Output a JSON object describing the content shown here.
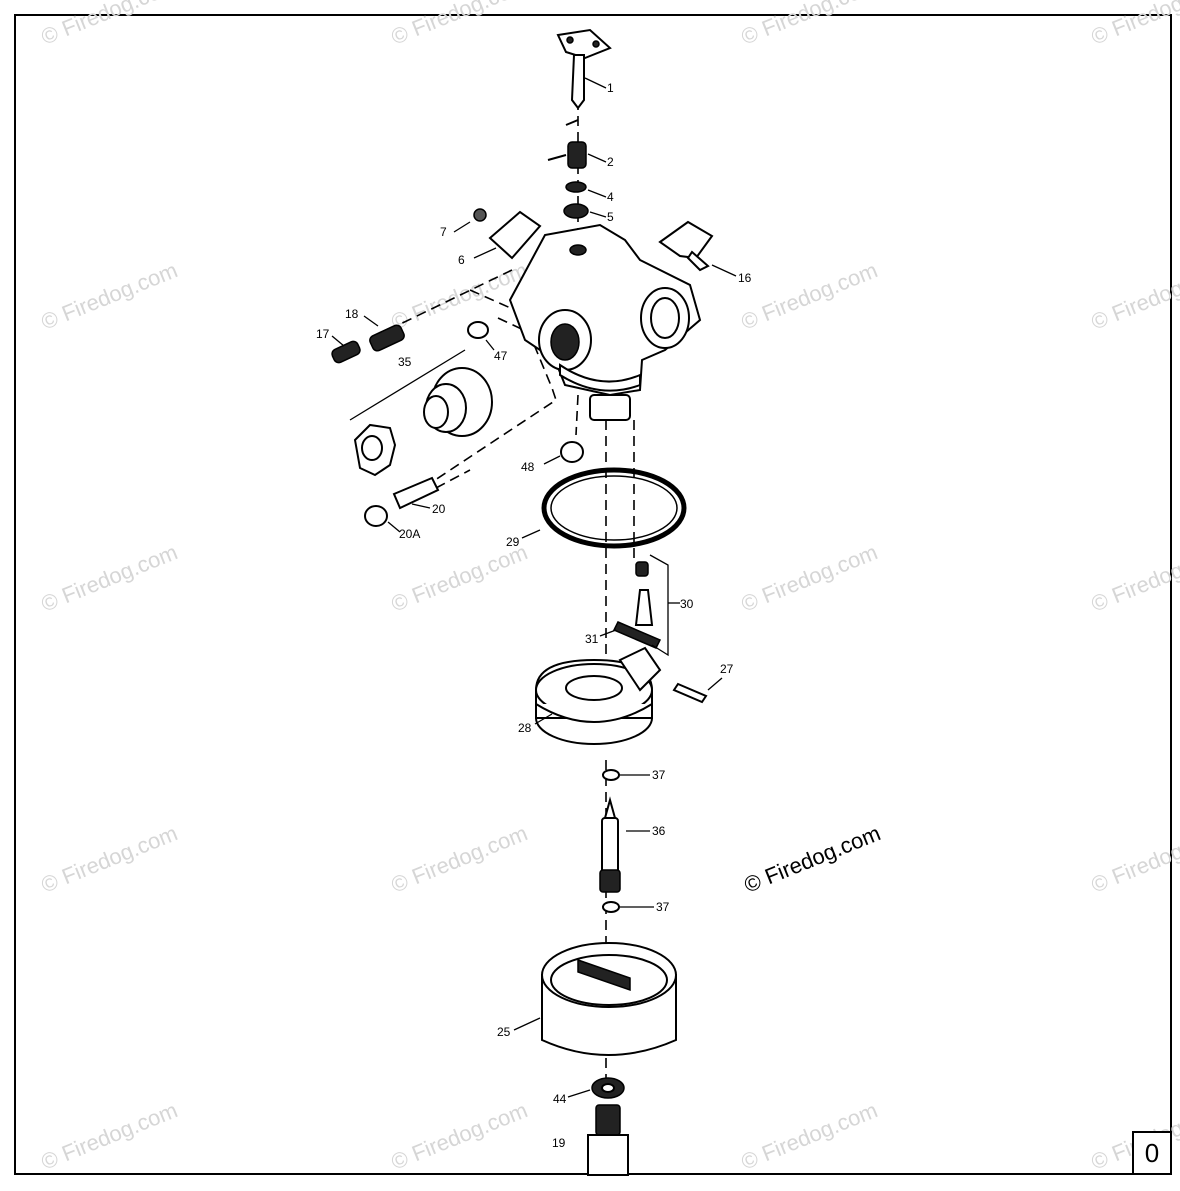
{
  "watermark": {
    "text": "© Firedog.com",
    "main_text": "© Firedog.com"
  },
  "page_number": "0",
  "callouts": [
    {
      "id": "c1",
      "label": "1"
    },
    {
      "id": "c2",
      "label": "2"
    },
    {
      "id": "c4",
      "label": "4"
    },
    {
      "id": "c5",
      "label": "5"
    },
    {
      "id": "c7",
      "label": "7"
    },
    {
      "id": "c6",
      "label": "6"
    },
    {
      "id": "c16",
      "label": "16"
    },
    {
      "id": "c18",
      "label": "18"
    },
    {
      "id": "c17",
      "label": "17"
    },
    {
      "id": "c47",
      "label": "47"
    },
    {
      "id": "c35",
      "label": "35"
    },
    {
      "id": "c48",
      "label": "48"
    },
    {
      "id": "c20",
      "label": "20"
    },
    {
      "id": "c20a",
      "label": "20A"
    },
    {
      "id": "c29",
      "label": "29"
    },
    {
      "id": "c30",
      "label": "30"
    },
    {
      "id": "c31",
      "label": "31"
    },
    {
      "id": "c27",
      "label": "27"
    },
    {
      "id": "c28",
      "label": "28"
    },
    {
      "id": "c37a",
      "label": "37"
    },
    {
      "id": "c36",
      "label": "36"
    },
    {
      "id": "c37b",
      "label": "37"
    },
    {
      "id": "c25",
      "label": "25"
    },
    {
      "id": "c44",
      "label": "44"
    },
    {
      "id": "c19",
      "label": "19"
    }
  ]
}
